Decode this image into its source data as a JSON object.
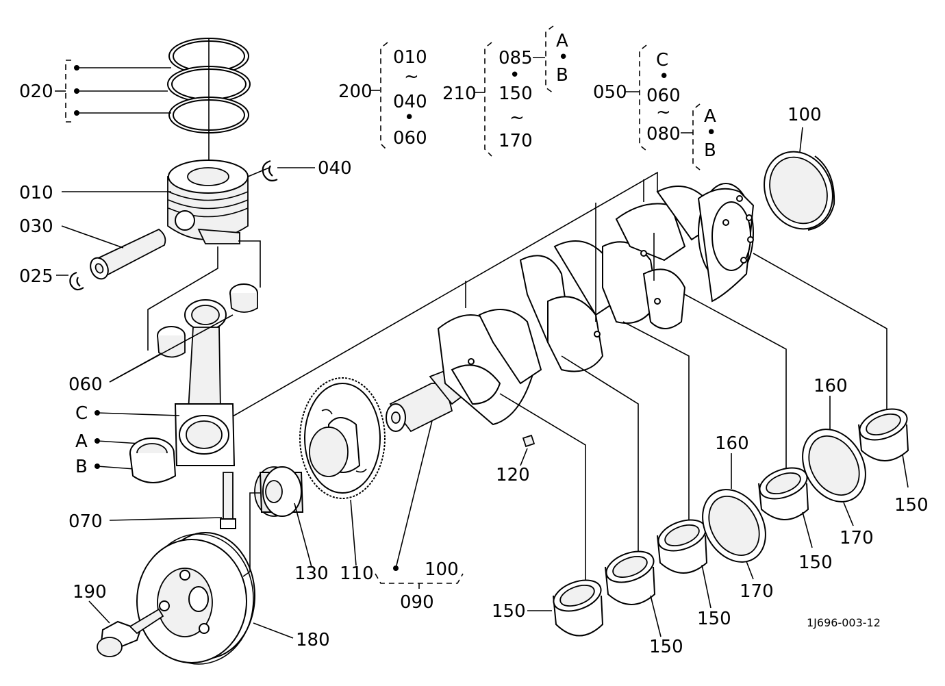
{
  "labels": {
    "p020": "020",
    "p010": "010",
    "p030": "030",
    "p025": "025",
    "p040": "040",
    "p060": "060",
    "pC": "C",
    "pA": "A",
    "pB": "B",
    "p070": "070",
    "p190": "190",
    "p180": "180",
    "p130": "130",
    "p110": "110",
    "p100a": "100",
    "p090": "090",
    "p120": "120",
    "p150a": "150",
    "p150b": "150",
    "p150c": "150",
    "p150d": "150",
    "p150e": "150",
    "p160a": "160",
    "p160b": "160",
    "p170a": "170",
    "p170b": "170",
    "p100b": "100"
  },
  "groups": {
    "g200": {
      "ref": "200",
      "items": [
        "010",
        "~",
        "040",
        "•",
        "060"
      ]
    },
    "g210": {
      "ref": "210",
      "items": [
        "085",
        "•",
        "150",
        "~",
        "170"
      ],
      "sub": [
        "A",
        "•",
        "B"
      ]
    },
    "g050": {
      "ref": "050",
      "items": [
        "C",
        "•",
        "060",
        "~",
        "080"
      ],
      "sub": [
        "A",
        "•",
        "B"
      ]
    }
  },
  "drawing_code": "1J696-003-12"
}
